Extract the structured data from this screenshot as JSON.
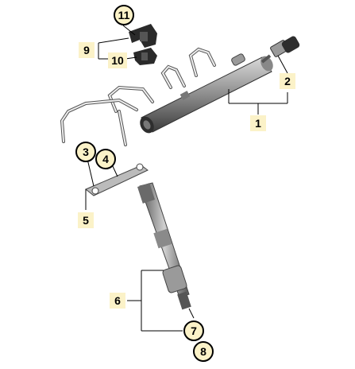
{
  "diagram": {
    "part_numbers": {
      "p1": "1",
      "p2": "2",
      "p3": "3",
      "p4": "4",
      "p5": "5",
      "p6": "6",
      "p7": "7",
      "p8": "8",
      "p9": "9",
      "p10": "10",
      "p11": "11"
    },
    "colors": {
      "line": "#000000",
      "label_bg": "#fbf2c8",
      "part_dark": "#3a3a3a",
      "part_mid": "#7a7a7a",
      "part_light": "#c8c8c8"
    }
  }
}
